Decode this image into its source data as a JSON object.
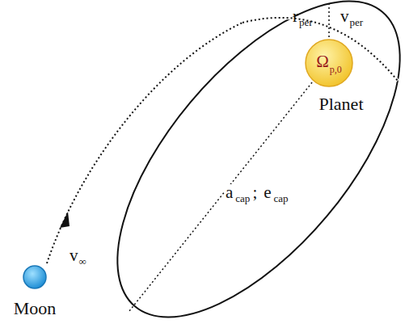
{
  "diagram": {
    "nodes": [
      {
        "text": [
          "Ω",
          "p,0",
          "Planet"
        ]
      },
      {
        "text": [
          "Moon"
        ]
      }
    ],
    "labels": [
      "r",
      "per",
      "v",
      "per",
      "a",
      "cap",
      ";",
      "e",
      "cap",
      "v",
      "∞"
    ]
  }
}
